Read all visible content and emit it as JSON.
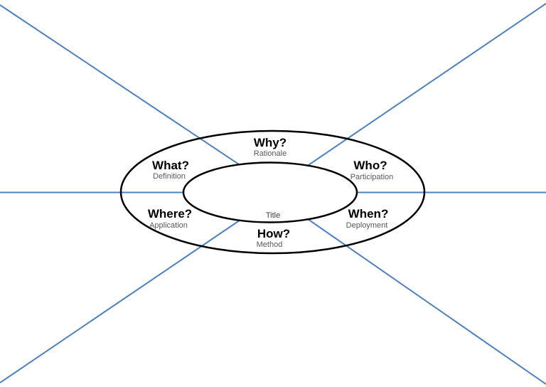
{
  "diagram": {
    "center_label": "Title",
    "segments": [
      {
        "question": "Why?",
        "descriptor": "Rationale"
      },
      {
        "question": "Who?",
        "descriptor": "Participation"
      },
      {
        "question": "When?",
        "descriptor": "Deployment"
      },
      {
        "question": "How?",
        "descriptor": "Method"
      },
      {
        "question": "Where?",
        "descriptor": "Application"
      },
      {
        "question": "What?",
        "descriptor": "Definition"
      }
    ],
    "colors": {
      "divider_blue": "#4f81bd",
      "ellipse_stroke": "#000000",
      "question_text": "#000000",
      "descriptor_text": "#595959",
      "center_label_text": "#404040",
      "background": "#ffffff"
    }
  }
}
